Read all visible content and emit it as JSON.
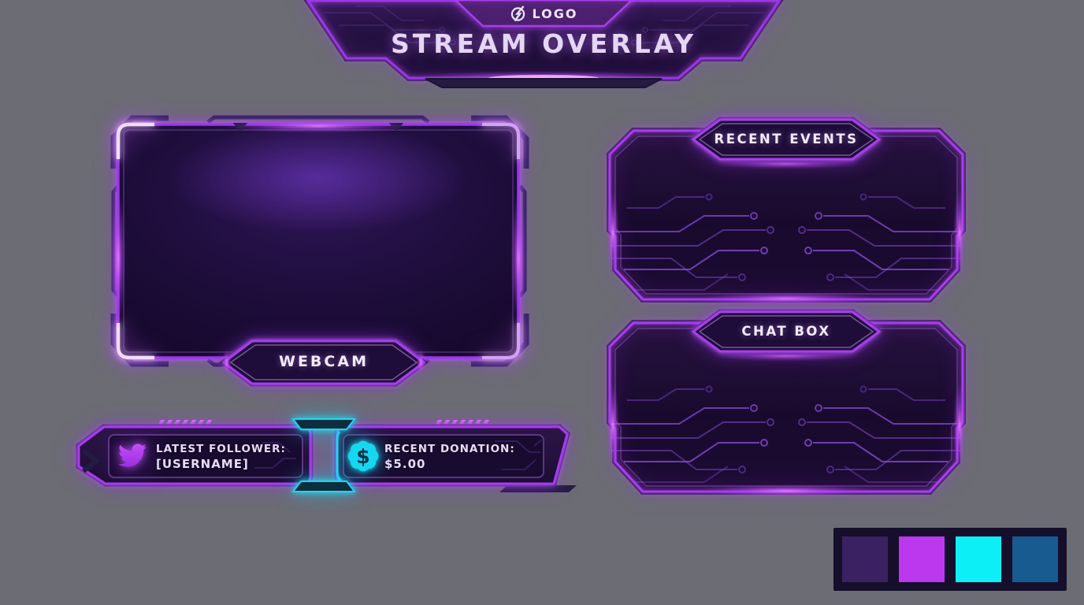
{
  "header": {
    "logo": {
      "label": "LOGO",
      "icon": "bolt-circle"
    },
    "title": "STREAM OVERLAY"
  },
  "webcam": {
    "label": "WEBCAM"
  },
  "panels": [
    {
      "id": "recent-events",
      "title": "RECENT EVENTS"
    },
    {
      "id": "chat-box",
      "title": "CHAT BOX"
    }
  ],
  "alert_bars": {
    "follower": {
      "icon": "twitter-bird",
      "label": "LATEST FOLLOWER:",
      "value": "[USERNAME]"
    },
    "donation": {
      "icon": "dollar-badge",
      "icon_glyph": "$",
      "label": "RECENT DONATION:",
      "value": "$5.00"
    }
  },
  "palette": {
    "swatches": [
      {
        "name": "dark-violet",
        "hex": "#3A2161"
      },
      {
        "name": "vivid-magenta",
        "hex": "#BC38EF"
      },
      {
        "name": "cyan",
        "hex": "#0DEFF6"
      },
      {
        "name": "steel-blue",
        "hex": "#175B91"
      }
    ]
  },
  "theme": {
    "background": "#6C6C74",
    "panel_dark": "#1C0E33",
    "glow_purple": "#A93CF0",
    "glow_cyan": "#18E8F8"
  }
}
